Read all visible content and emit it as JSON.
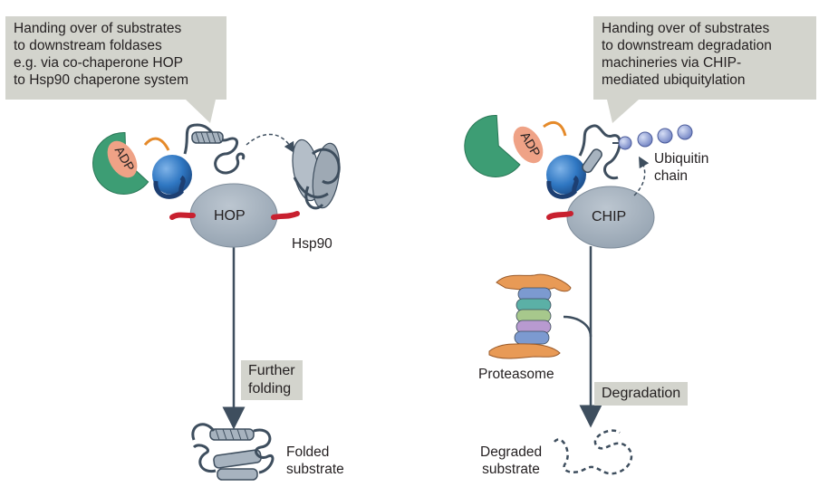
{
  "left_panel": {
    "callout_lines": [
      "Handing over of substrates",
      "to downstream foldases",
      "e.g. via co-chaperone HOP",
      "to Hsp90 chaperone system"
    ],
    "adp_label": "ADP",
    "hop_label": "HOP",
    "hsp90_label": "Hsp90",
    "step_lines": [
      "Further",
      "folding"
    ],
    "product_lines": [
      "Folded",
      "substrate"
    ]
  },
  "right_panel": {
    "callout_lines": [
      "Handing over of substrates",
      "to downstream degradation",
      "machineries via CHIP-",
      "mediated  ubiquitylation"
    ],
    "adp_label": "ADP",
    "chip_label": "CHIP",
    "ubiquitin_lines": [
      "Ubiquitin",
      "chain"
    ],
    "proteasome_label": "Proteasome",
    "step_label": "Degradation",
    "product_lines": [
      "Degraded",
      "substrate"
    ]
  },
  "colors": {
    "callout_bg": "#d3d4cd",
    "ellipse": "#a7b3bf",
    "adp_green": "#3d9d74",
    "adp_salmon": "#efa286",
    "hsp70_blue": "#2f77c2",
    "linker_red": "#c8202f",
    "arrow": "#3e4e5e",
    "ubiquitin": "#8fa0d8",
    "proteasome_orange": "#e89a56"
  }
}
